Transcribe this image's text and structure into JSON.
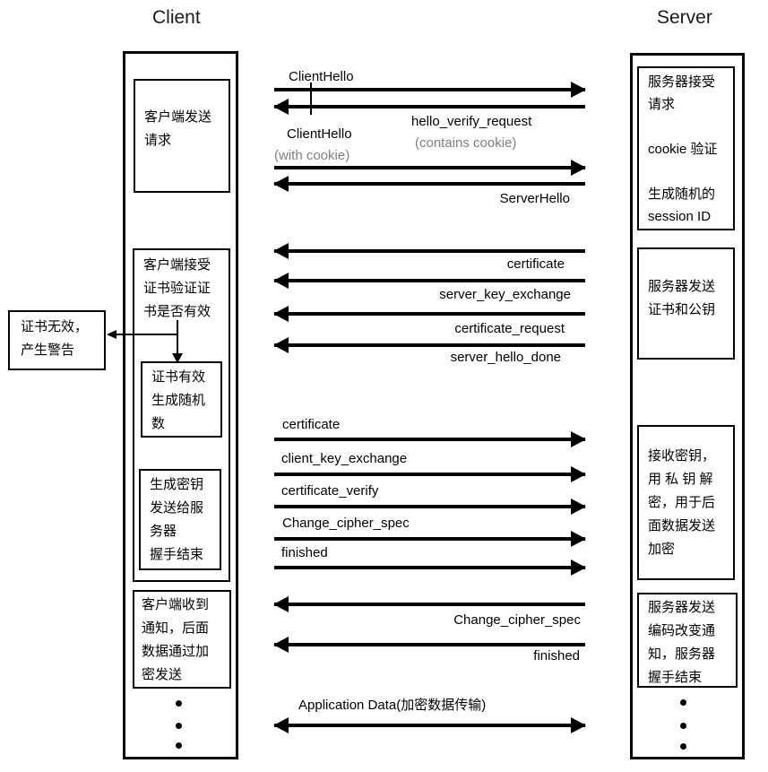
{
  "titles": {
    "client": "Client",
    "server": "Server"
  },
  "client_column": {
    "send_request": "客户端发送\n请求",
    "accept_cert": "客户端接受\n证书验证证\n书是否有效",
    "cert_valid": "证书有效\n生成随机\n数",
    "gen_key": "生成密钥\n发送给服\n务器\n握手结束",
    "received_notice": "客户端收到\n通知，后面\n数据通过加\n密发送"
  },
  "warning_box": {
    "text": "证书无效，\n产生警告"
  },
  "server_column": {
    "accept_request": "服务器接受\n请求\n\ncookie 验证\n\n生成随机的\nsession ID",
    "send_cert": "服务器发送\n证书和公钥",
    "receive_key": "接收密钥，\n用 私 钥 解\n密，用于后\n面数据发送\n加密",
    "change_notice": "服务器发送\n编码改变通\n知，服务器\n握手结束"
  },
  "messages": {
    "client_hello": "ClientHello",
    "hello_verify_request": "hello_verify_request",
    "contains_cookie": "(contains cookie)",
    "client_hello_cookie": "ClientHello",
    "with_cookie": "(with cookie)",
    "server_hello": "ServerHello",
    "certificate_s2c": "certificate",
    "server_key_exchange": "server_key_exchange",
    "certificate_request": "certificate_request",
    "server_hello_done": "server_hello_done",
    "certificate_c2s": "certificate",
    "client_key_exchange": "client_key_exchange",
    "certificate_verify": "certificate_verify",
    "change_cipher_spec_c2s": "Change_cipher_spec",
    "finished_c2s": "finished",
    "change_cipher_spec_s2c": "Change_cipher_spec",
    "finished_s2c": "finished",
    "application_data": "Application Data(加密数据传输)"
  },
  "colors": {
    "line": "#000000",
    "muted_text": "#808080",
    "background": "#ffffff"
  }
}
